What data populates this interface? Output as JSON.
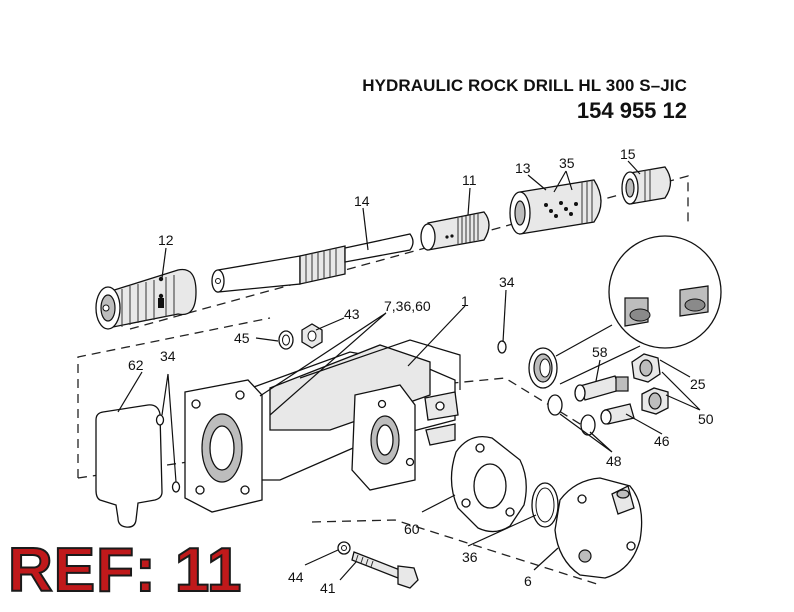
{
  "header": {
    "title": "HYDRAULIC ROCK DRILL HL 300 S–JIC",
    "part_number": "154 955 12"
  },
  "reference": {
    "label": "REF: 11"
  },
  "callouts": {
    "c12": "12",
    "c14": "14",
    "c11": "11",
    "c13": "13",
    "c35": "35",
    "c15": "15",
    "c34a": "34",
    "c43": "43",
    "c45": "45",
    "c7": "7,36,60",
    "c1": "1",
    "c62": "62",
    "c34b": "34",
    "c58": "58",
    "c25": "25",
    "c50": "50",
    "c46": "46",
    "c48": "48",
    "c60": "60",
    "c36": "36",
    "c6": "6",
    "c44": "44",
    "c41": "41"
  },
  "colors": {
    "ref_text": "#c0191b",
    "ref_outline": "#1a1a1a",
    "line_art": "#111111"
  }
}
